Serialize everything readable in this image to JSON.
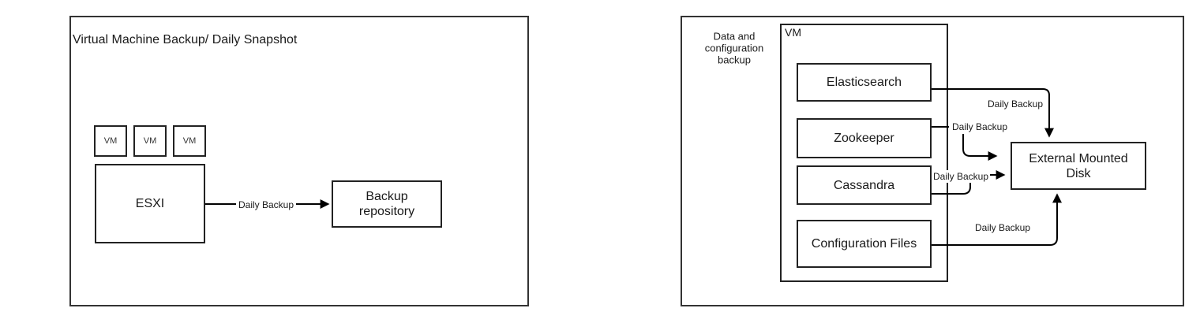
{
  "colors": {
    "background": "#ffffff",
    "panel_border": "#333333",
    "box_border": "#222222",
    "arrow": "#000000",
    "text": "#1a1a1a"
  },
  "left_panel": {
    "title": "Virtual Machine Backup/ Daily Snapshot",
    "vm_boxes": [
      "VM",
      "VM",
      "VM"
    ],
    "esxi": "ESXI",
    "backup_repository": "Backup repository",
    "arrow_label": "Daily Backup"
  },
  "right_panel": {
    "label": "Data and configuration backup",
    "vm_container_label": "VM",
    "services": [
      "Elasticsearch",
      "Zookeeper",
      "Cassandra",
      "Configuration Files"
    ],
    "disk": "External Mounted Disk",
    "arrow_labels": [
      "Daily Backup",
      "Daily Backup",
      "Daily Backup",
      "Daily Backup"
    ]
  }
}
